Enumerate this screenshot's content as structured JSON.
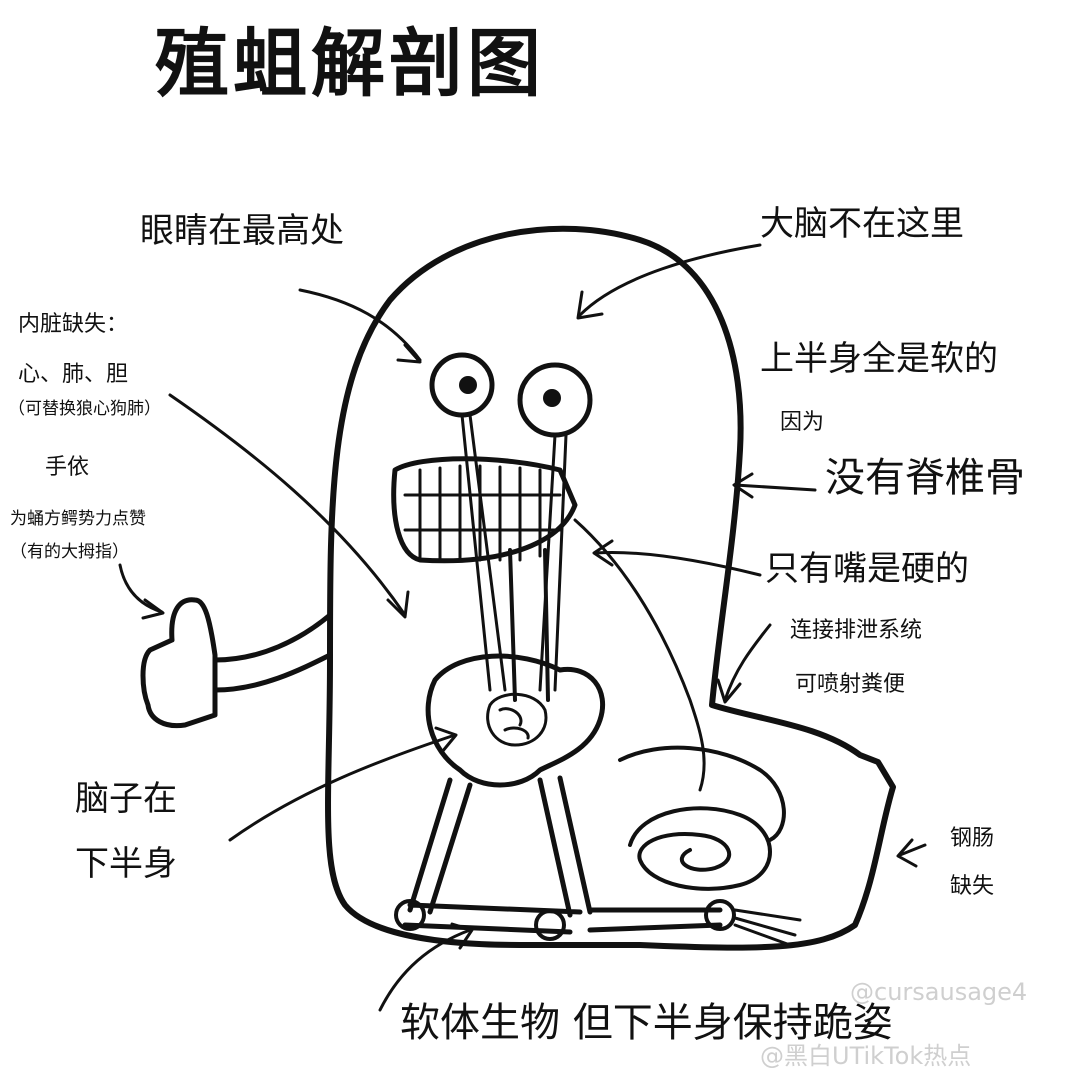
{
  "title": "殖蛆解剖图",
  "labels": {
    "eyes": "眼睛在最高处",
    "brain_not_here": "大脑不在这里",
    "organs_missing": "内脏缺失：",
    "organs_list": "心、肺、胆",
    "organs_note": "（可替换狼心狗肺）",
    "hand": "手依",
    "hand_note": "为蛹方鳄势力点赞",
    "hand_note2": "（有的大拇指）",
    "upper_soft": "上半身全是软的",
    "because": "因为",
    "no_spine": "没有脊椎骨",
    "mouth_hard": "只有嘴是硬的",
    "excretion": "连接排泄系统",
    "spray": "可喷射粪便",
    "brain_lower_1": "脑子在",
    "brain_lower_2": "下半身",
    "intestine_1": "钢肠",
    "intestine_2": "缺失",
    "bottom": "软体生物 但下半身保持跪姿"
  },
  "watermarks": {
    "handle": "@cursausage4",
    "brand": "@黑白UTikTok热点"
  },
  "colors": {
    "ink": "#111111",
    "paper": "#ffffff",
    "watermark": "#cfcfcf"
  }
}
